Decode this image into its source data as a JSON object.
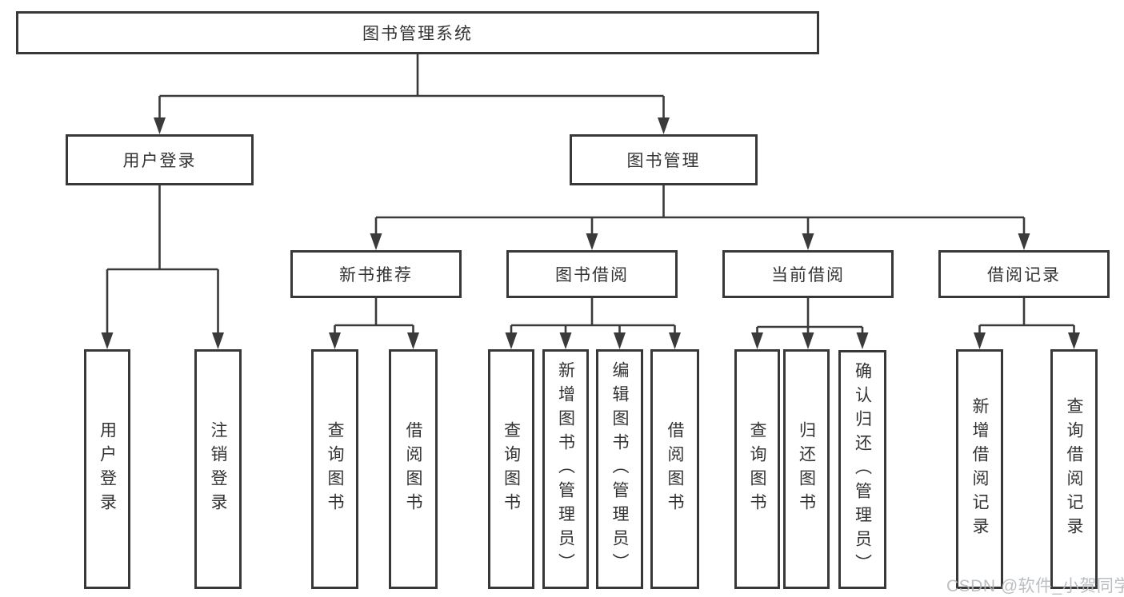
{
  "diagram_type": "hierarchy-tree",
  "tree": {
    "root": {
      "label": "图书管理系统"
    },
    "branches": [
      {
        "label": "用户登录",
        "children": [
          {
            "label": "用户登录"
          },
          {
            "label": "注销登录"
          }
        ]
      },
      {
        "label": "图书管理",
        "sections": [
          {
            "label": "新书推荐",
            "children": [
              {
                "label": "查询图书"
              },
              {
                "label": "借阅图书"
              }
            ]
          },
          {
            "label": "图书借阅",
            "children": [
              {
                "label": "查询图书"
              },
              {
                "label": "新增图书（管理员）"
              },
              {
                "label": "编辑图书（管理员）"
              },
              {
                "label": "借阅图书"
              }
            ]
          },
          {
            "label": "当前借阅",
            "children": [
              {
                "label": "查询图书"
              },
              {
                "label": "归还图书"
              },
              {
                "label": "确认归还（管理员）"
              }
            ]
          },
          {
            "label": "借阅记录",
            "children": [
              {
                "label": "新增借阅记录"
              },
              {
                "label": "查询借阅记录"
              }
            ]
          }
        ]
      }
    ]
  },
  "watermark": "CSDN @软件_小贺同学",
  "colors": {
    "line": "#3a3a3a",
    "box_border": "#383838",
    "text": "#333333",
    "watermark": "#b4b8bc",
    "background": "#ffffff"
  }
}
